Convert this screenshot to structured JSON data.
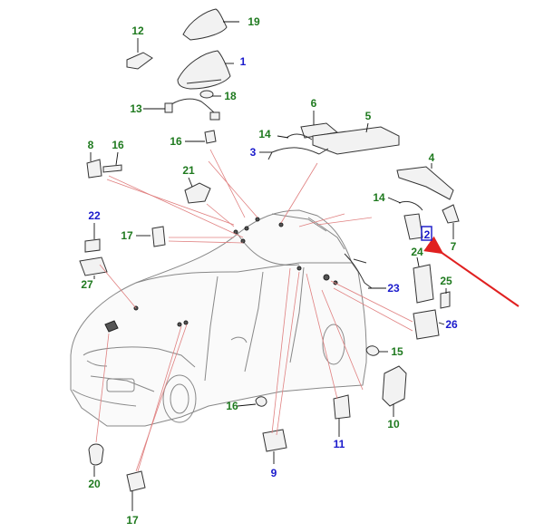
{
  "labels": [
    {
      "id": "1",
      "color": "blue"
    },
    {
      "id": "2",
      "color": "blue",
      "highlighted": true
    },
    {
      "id": "3",
      "color": "blue"
    },
    {
      "id": "4",
      "color": "green"
    },
    {
      "id": "5",
      "color": "green"
    },
    {
      "id": "6",
      "color": "green"
    },
    {
      "id": "7",
      "color": "green"
    },
    {
      "id": "8",
      "color": "green"
    },
    {
      "id": "9",
      "color": "blue"
    },
    {
      "id": "10",
      "color": "green"
    },
    {
      "id": "11",
      "color": "blue"
    },
    {
      "id": "12",
      "color": "green"
    },
    {
      "id": "13",
      "color": "green"
    },
    {
      "id": "14",
      "color": "green"
    },
    {
      "id": "14",
      "color": "green"
    },
    {
      "id": "15",
      "color": "green"
    },
    {
      "id": "16",
      "color": "green"
    },
    {
      "id": "16",
      "color": "green"
    },
    {
      "id": "16",
      "color": "green"
    },
    {
      "id": "17",
      "color": "green"
    },
    {
      "id": "17",
      "color": "green"
    },
    {
      "id": "18",
      "color": "green"
    },
    {
      "id": "19",
      "color": "green"
    },
    {
      "id": "20",
      "color": "green"
    },
    {
      "id": "21",
      "color": "green"
    },
    {
      "id": "22",
      "color": "blue"
    },
    {
      "id": "23",
      "color": "blue"
    },
    {
      "id": "24",
      "color": "green"
    },
    {
      "id": "25",
      "color": "green"
    },
    {
      "id": "26",
      "color": "blue"
    },
    {
      "id": "27",
      "color": "green"
    }
  ],
  "colors": {
    "blue": "#1a1acc",
    "green": "#1f7a1f",
    "arrow": "#e02020",
    "highlight_box": "#2222cc"
  }
}
